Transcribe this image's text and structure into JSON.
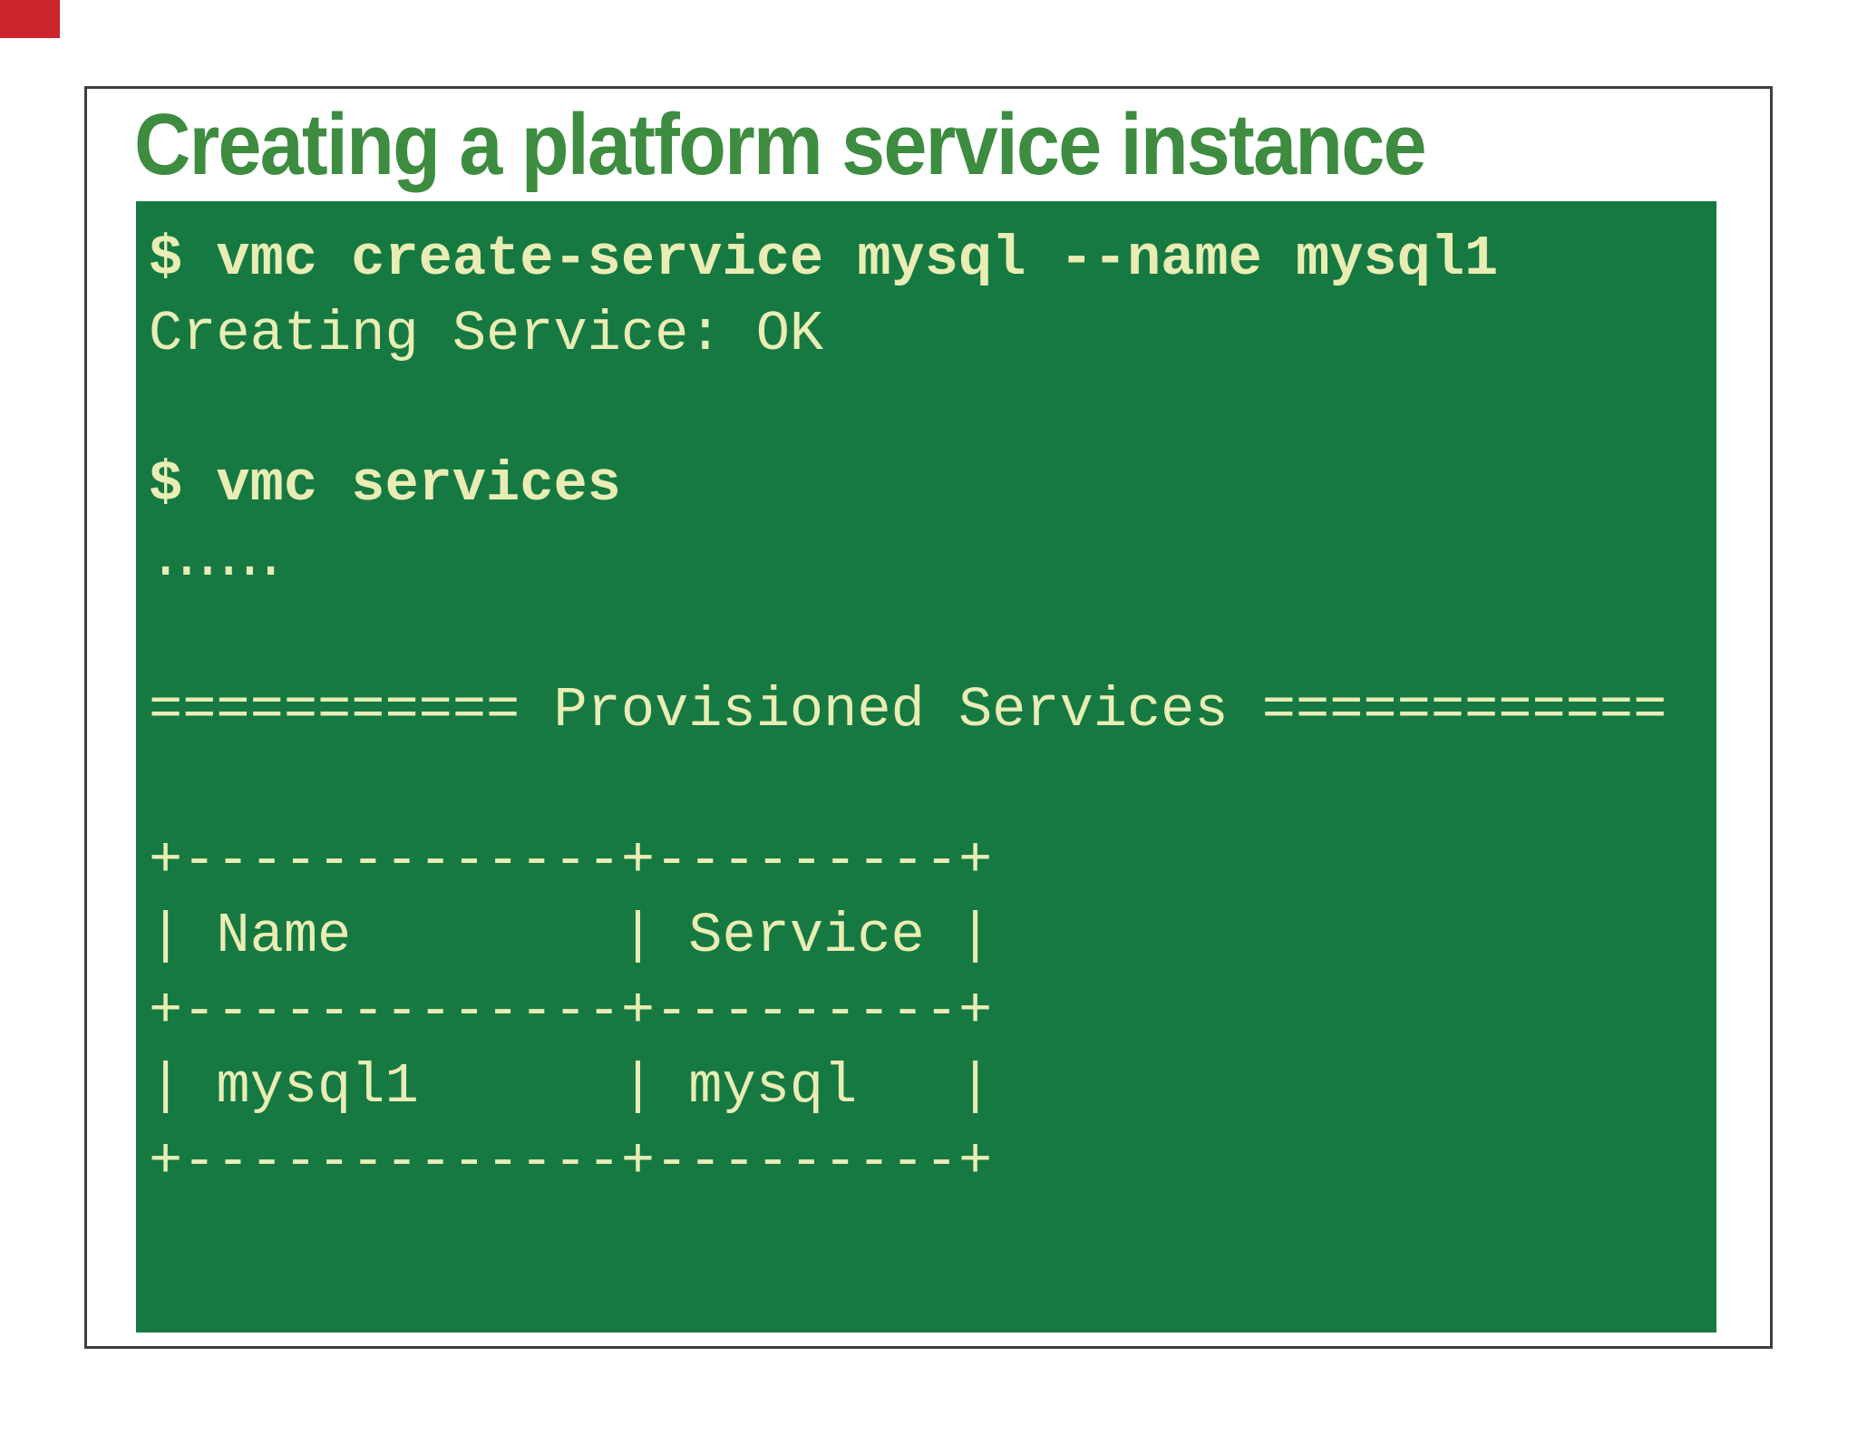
{
  "slide": {
    "title": "Creating a platform service instance",
    "title_color": "#3d8c40",
    "frame_border_color": "#3e3e3e",
    "background_color": "#ffffff",
    "corner_marker_color": "#c9252b"
  },
  "terminal": {
    "background_color": "#167942",
    "text_color": "#e9edb4",
    "lines": [
      {
        "text": "$ vmc create-service mysql --name mysql1",
        "bold": true
      },
      {
        "text": "Creating Service: OK",
        "bold": false
      },
      {
        "text": "",
        "bold": false
      },
      {
        "text": "$ vmc services",
        "bold": true
      },
      {
        "text": "......",
        "bold": false
      },
      {
        "text": "",
        "bold": false
      },
      {
        "text": "=========== Provisioned Services ============",
        "bold": false
      },
      {
        "text": "",
        "bold": false
      },
      {
        "text": "+-------------+---------+",
        "bold": false
      },
      {
        "text": "| Name        | Service |",
        "bold": false
      },
      {
        "text": "+-------------+---------+",
        "bold": false
      },
      {
        "text": "| mysql1      | mysql   |",
        "bold": false
      },
      {
        "text": "+-------------+---------+",
        "bold": false
      }
    ],
    "provisioned_services_heading": "Provisioned Services",
    "table": {
      "headers": [
        "Name",
        "Service"
      ],
      "rows": [
        [
          "mysql1",
          "mysql"
        ]
      ]
    }
  }
}
